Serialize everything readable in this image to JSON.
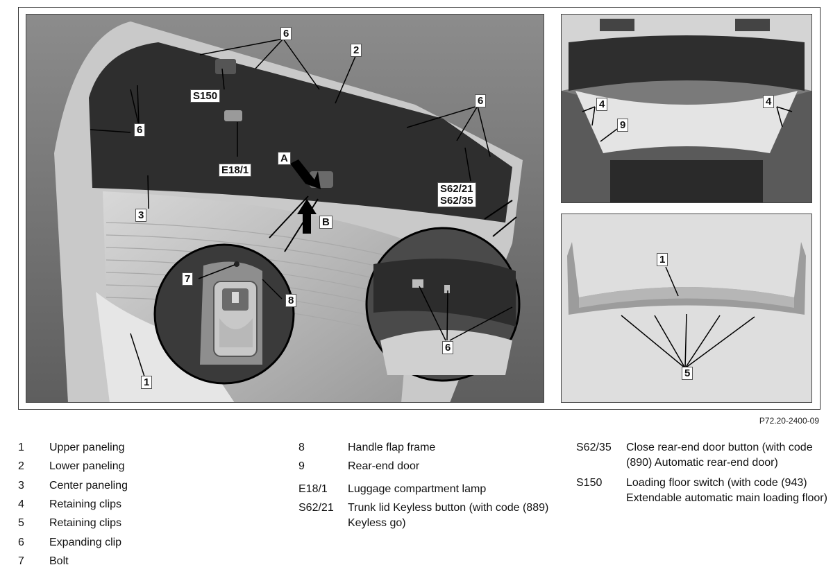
{
  "figure_id": "P72.20-2400-09",
  "main_labels": [
    {
      "id": "m6a",
      "text": "6"
    },
    {
      "id": "m2",
      "text": "2"
    },
    {
      "id": "mS150",
      "text": "S150"
    },
    {
      "id": "m6b",
      "text": "6"
    },
    {
      "id": "m6c",
      "text": "6"
    },
    {
      "id": "mE181",
      "text": "E18/1"
    },
    {
      "id": "mA",
      "text": "A"
    },
    {
      "id": "m3",
      "text": "3"
    },
    {
      "id": "mB",
      "text": "B"
    },
    {
      "id": "mS62",
      "text": "S62/21\nS62/35"
    },
    {
      "id": "m7",
      "text": "7"
    },
    {
      "id": "m8",
      "text": "8"
    },
    {
      "id": "m6d",
      "text": "6"
    },
    {
      "id": "m1",
      "text": "1"
    }
  ],
  "top_right_labels": [
    {
      "id": "t4a",
      "text": "4"
    },
    {
      "id": "t9",
      "text": "9"
    },
    {
      "id": "t4b",
      "text": "4"
    }
  ],
  "bottom_right_labels": [
    {
      "id": "b1",
      "text": "1"
    },
    {
      "id": "b5",
      "text": "5"
    }
  ],
  "legend": [
    {
      "code": "1",
      "desc": "Upper paneling"
    },
    {
      "code": "2",
      "desc": "Lower paneling"
    },
    {
      "code": "3",
      "desc": "Center paneling"
    },
    {
      "code": "4",
      "desc": "Retaining clips"
    },
    {
      "code": "5",
      "desc": "Retaining clips"
    },
    {
      "code": "6",
      "desc": "Expanding clip"
    },
    {
      "code": "7",
      "desc": "Bolt"
    },
    {
      "code": "8",
      "desc": "Handle flap frame"
    },
    {
      "code": "9",
      "desc": "Rear-end door"
    },
    {
      "code": "E18/1",
      "desc": "Luggage compartment lamp"
    },
    {
      "code": "S62/21",
      "desc": "Trunk lid Keyless button (with code (889) Keyless go)"
    },
    {
      "code": "S62/35",
      "desc": "Close rear-end door button (with code (890) Automatic rear-end door)"
    },
    {
      "code": "S150",
      "desc": "Loading floor switch (with code (943) Extendable automatic main loading floor)"
    }
  ]
}
